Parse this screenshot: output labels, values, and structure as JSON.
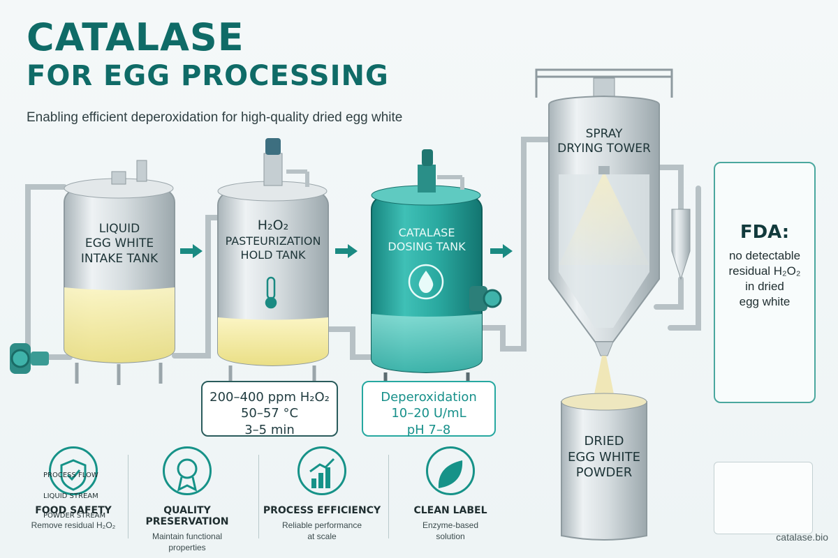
{
  "header": {
    "title_line1": "CATALASE",
    "title_line2": "FOR EGG PROCESSING",
    "subtitle": "Enabling efficient deperoxidation for high-quality dried egg white"
  },
  "tanks": {
    "intake": {
      "line1": "LIQUID",
      "line2": "EGG WHITE",
      "line3": "INTAKE TANK"
    },
    "hold": {
      "line1": "H₂O₂",
      "line2": "PASTEURIZATION",
      "line3": "HOLD TANK"
    },
    "dosing": {
      "line1": "CATALASE",
      "line2": "DOSING TANK"
    },
    "tower": {
      "line1": "SPRAY",
      "line2": "DRYING TOWER"
    },
    "drum": {
      "line1": "DRIED",
      "line2": "EGG WHITE",
      "line3": "POWDER"
    }
  },
  "conditions": {
    "pasteurization": {
      "line1": "200–400 ppm H₂O₂",
      "line2": "50–57 °C",
      "line3": "3–5 min"
    },
    "deperoxidation": {
      "line1": "Deperoxidation",
      "line2": "10–20 U/mL",
      "line3": "pH 7–8"
    }
  },
  "fda": {
    "title": "FDA:",
    "line1": "no detectable",
    "line2": "residual H₂O₂",
    "line3": "in dried",
    "line4": "egg white"
  },
  "benefits": [
    {
      "title": "FOOD SAFETY",
      "desc1": "Remove residual H₂O₂",
      "desc2": "",
      "icon": "shield-check-icon"
    },
    {
      "title": "QUALITY PRESERVATION",
      "desc1": "Maintain functional",
      "desc2": "properties",
      "icon": "award-ribbon-icon"
    },
    {
      "title": "PROCESS EFFICIENCY",
      "desc1": "Reliable performance",
      "desc2": "at scale",
      "icon": "growth-chart-icon"
    },
    {
      "title": "CLEAN LABEL",
      "desc1": "Enzyme-based",
      "desc2": "solution",
      "icon": "leaf-icon"
    }
  ],
  "legend": {
    "process_flow": "PROCESS FLOW",
    "liquid_stream": "LIQUID STREAM",
    "powder_stream": "POWDER STREAM"
  },
  "watermark": "catalase.bio",
  "colors": {
    "brand_teal": "#0f6b67",
    "accent_teal": "#26a8a0",
    "liquid_yellow": "#f3ea9c",
    "steel": "#c9d2d6"
  }
}
